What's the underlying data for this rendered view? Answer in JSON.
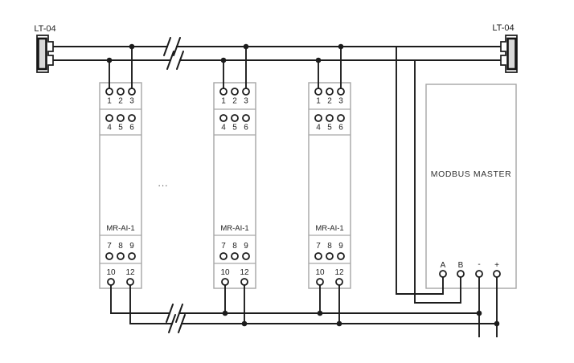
{
  "terminators": {
    "left_label": "LT-04",
    "right_label": "LT-04"
  },
  "modules": [
    {
      "label": "MR-AI-1",
      "terminals_top": [
        "1",
        "2",
        "3",
        "4",
        "5",
        "6"
      ],
      "terminals_bottom": [
        "7",
        "8",
        "9",
        "10",
        "12"
      ]
    },
    {
      "label": "MR-AI-1",
      "terminals_top": [
        "1",
        "2",
        "3",
        "4",
        "5",
        "6"
      ],
      "terminals_bottom": [
        "7",
        "8",
        "9",
        "10",
        "12"
      ]
    },
    {
      "label": "MR-AI-1",
      "terminals_top": [
        "1",
        "2",
        "3",
        "4",
        "5",
        "6"
      ],
      "terminals_bottom": [
        "7",
        "8",
        "9",
        "10",
        "12"
      ]
    }
  ],
  "master": {
    "label": "MODBUS MASTER",
    "terminals": [
      "A",
      "B",
      "-",
      "+"
    ]
  },
  "ellipsis": "...",
  "colors": {
    "wire": "#1c1c1c",
    "box_border": "#a6a6a6",
    "resistor_fill": "#d9d9d9",
    "text": "#222222",
    "background": "#ffffff"
  }
}
